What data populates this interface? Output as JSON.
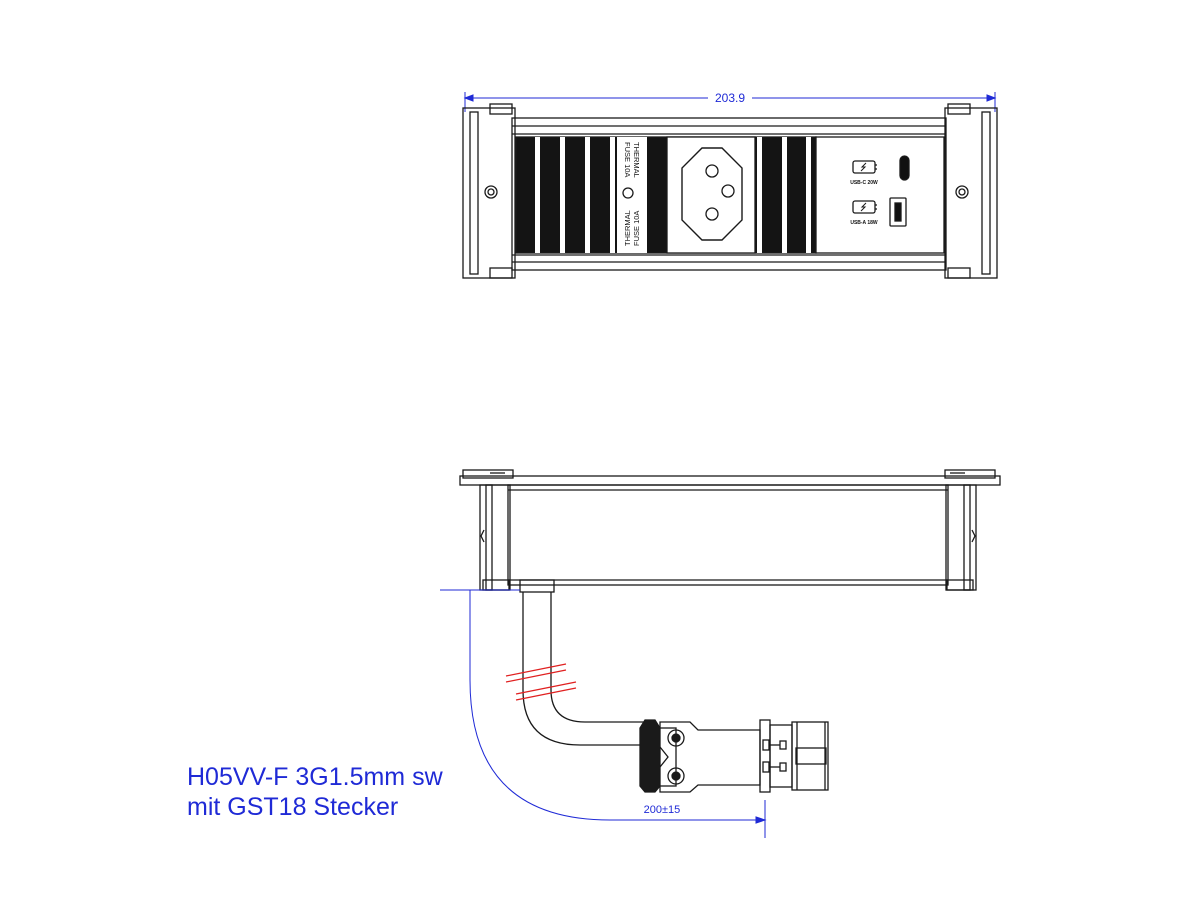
{
  "top_view": {
    "width_dimension": "203.9",
    "fuse_label_line1": "THERMAL",
    "fuse_label_line2": "FUSE 10A",
    "usb_c_label": "USB-C 20W",
    "usb_a_label": "USB-A 18W"
  },
  "side_view": {
    "cable_length_dimension": "200±15"
  },
  "caption": {
    "line1": "H05VV-F 3G1.5mm sw",
    "line2": "mit GST18 Stecker"
  },
  "colors": {
    "line": "#1a1a1a",
    "dimension": "#1f2ad6",
    "break_mark": "#e02020"
  }
}
